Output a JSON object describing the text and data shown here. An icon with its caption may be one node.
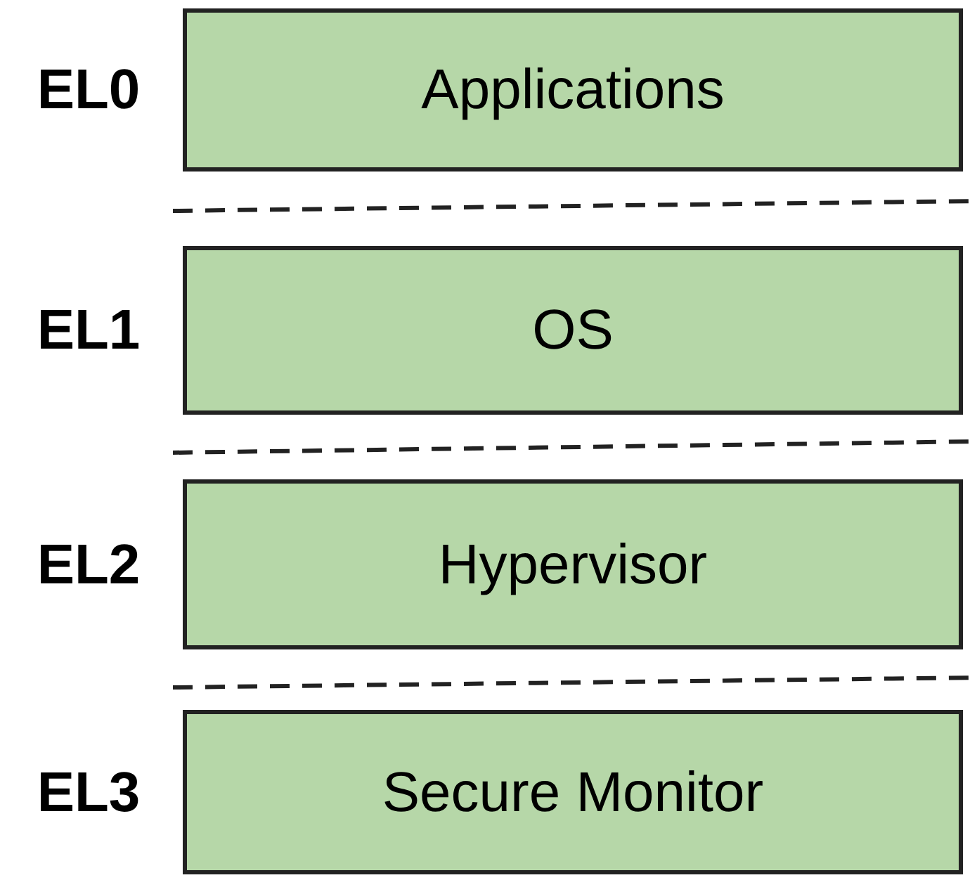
{
  "diagram": {
    "nodes": [
      {
        "text": [
          "Applications"
        ],
        "beside": [
          "EL0"
        ]
      },
      {
        "text": [
          "OS"
        ],
        "beside": [
          "EL1"
        ]
      },
      {
        "text": [
          "Hypervisor"
        ],
        "beside": [
          "EL2"
        ]
      },
      {
        "text": [
          "Secure Monitor"
        ],
        "beside": [
          "EL3"
        ]
      }
    ]
  }
}
